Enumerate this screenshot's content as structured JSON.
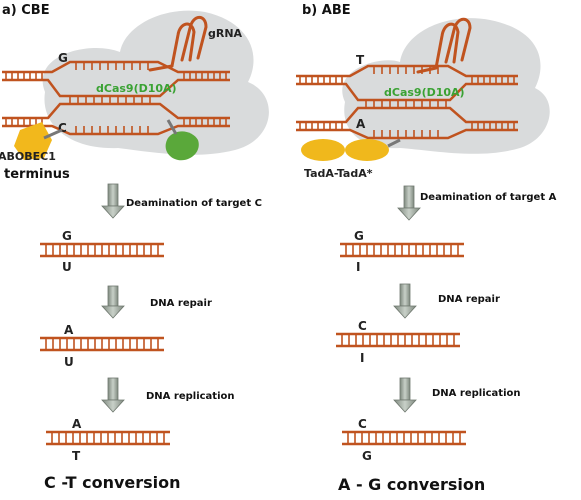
{
  "panel_a": {
    "title": "a) CBE",
    "grna": "gRNA",
    "cas": "dCas9(D10A)",
    "top_base": "G",
    "bottom_base": "C",
    "enzyme_label": "ABOBEC1",
    "terminus_label": "terminus",
    "step1": "Deamination of target C",
    "s1_top": "G",
    "s1_bottom": "U",
    "step2": "DNA repair",
    "s2_top": "A",
    "s2_bottom": "U",
    "step3": "DNA replication",
    "s3_top": "A",
    "s3_bottom": "T",
    "conversion": "C -T conversion"
  },
  "panel_b": {
    "title": "b) ABE",
    "cas": "dCas9(D10A)",
    "top_base": "T",
    "bottom_base": "A",
    "enzyme_label": "TadA-TadA*",
    "step1": "Deamination of target A",
    "s1_top": "G",
    "s1_bottom": "I",
    "step2": "DNA repair",
    "s2_top": "C",
    "s2_bottom": "I",
    "step3": "DNA replication",
    "s3_top": "C",
    "s3_bottom": "G",
    "conversion": "A - G conversion"
  },
  "colors": {
    "dna": "#c0531f",
    "cas_blob": "#d9dbdc",
    "cas_text": "#3aa233",
    "apobec": "#f2b81c",
    "ugi": "#5aa83a",
    "tada": "#f0b81c",
    "arrow": "#9aa39a"
  }
}
